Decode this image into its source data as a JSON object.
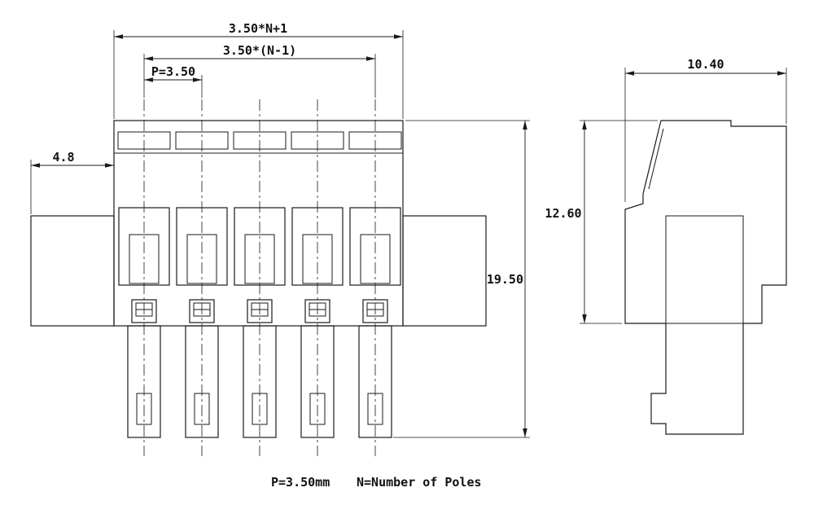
{
  "title": "pluggable-terminal-block-technical-drawing",
  "colors": {
    "line": "#1a1a1a",
    "background": "#ffffff"
  },
  "front_view": {
    "dim_total_width": "3.50*N+1",
    "dim_poles_span": "3.50*(N-1)",
    "dim_pitch": "P=3.50",
    "dim_flange_offset": "4.8",
    "dim_overall_height": "19.50"
  },
  "side_view": {
    "dim_overall_width": "10.40",
    "dim_body_height": "12.60"
  },
  "footnote": {
    "pitch": "P=3.50mm",
    "poles": "N=Number of Poles"
  }
}
